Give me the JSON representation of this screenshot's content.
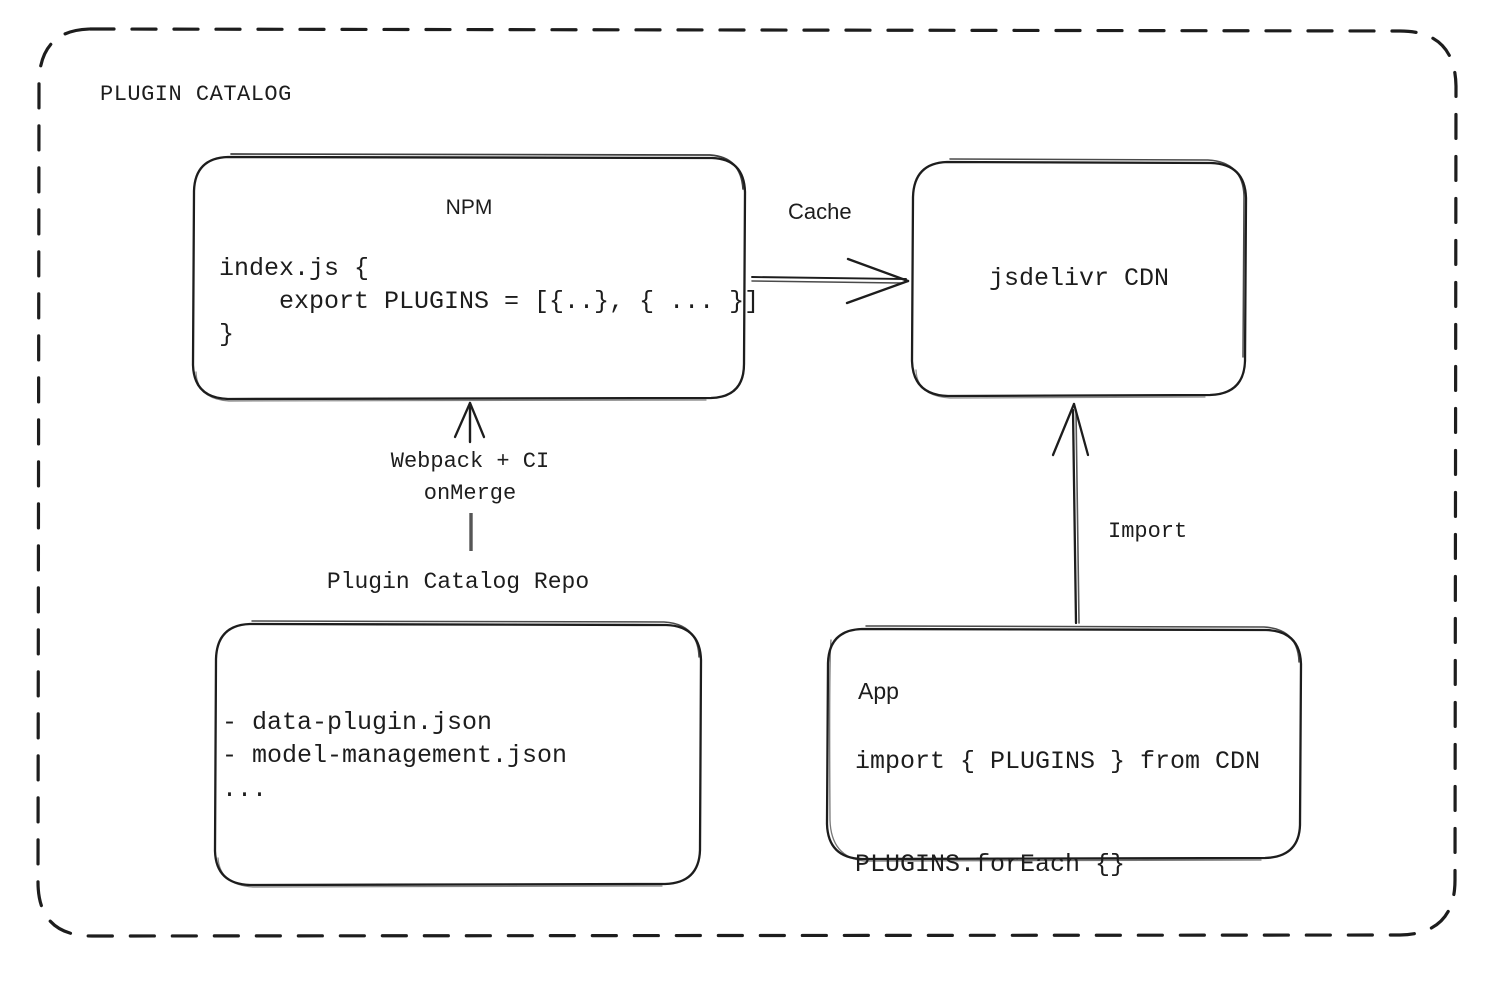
{
  "diagram": {
    "group": {
      "title": "PLUGIN CATALOG",
      "border_style": "dashed",
      "border_color": "#1d1d1d"
    },
    "nodes": {
      "npm": {
        "title": "NPM",
        "code": "index.js {\n    export PLUGINS = [{..}, { ... }]\n}"
      },
      "cdn": {
        "title": "jsdelivr CDN"
      },
      "repo": {
        "title": "Plugin Catalog Repo",
        "files": "- data-plugin.json\n- model-management.json\n..."
      },
      "app": {
        "title": "App",
        "code": "import { PLUGINS } from CDN\n\nPLUGINS.forEach {}"
      }
    },
    "edges": {
      "npm_to_cdn": {
        "label": "Cache",
        "from": "npm",
        "to": "cdn",
        "direction": "right"
      },
      "repo_to_npm": {
        "label": "Webpack + CI\nonMerge",
        "from": "repo",
        "to": "npm",
        "direction": "up"
      },
      "app_to_cdn": {
        "label": "Import",
        "from": "app",
        "to": "cdn",
        "direction": "up"
      }
    },
    "colors": {
      "stroke": "#1d1d1d",
      "background": "#ffffff"
    }
  }
}
